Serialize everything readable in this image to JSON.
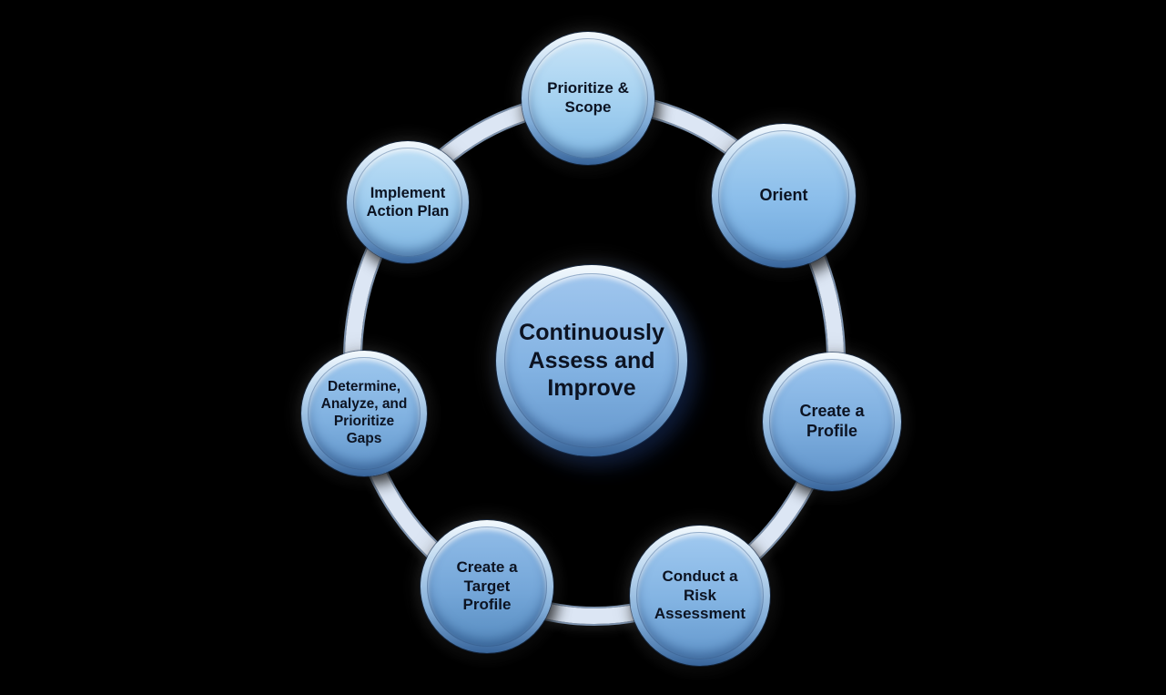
{
  "diagram": {
    "description": "Seven-step cybersecurity framework process cycle around a central continuous-improvement hub",
    "background_color": "#000000",
    "text_color": "#0c1322",
    "ring": {
      "band_color": "#dce6f4",
      "edge_color": "#7d93af"
    }
  },
  "center_node": {
    "label": "Continuously\nAssess and\nImprove",
    "color_top": "#a0c6ee",
    "color_mid": "#82b2e2",
    "color_bottom": "#6698cd"
  },
  "cycle_nodes": [
    {
      "label": "Prioritize &\nScope",
      "color_top": "#c6e3f7",
      "color_mid": "#a3d0f0",
      "color_bottom": "#86bce6"
    },
    {
      "label": "Orient",
      "color_top": "#abd3f2",
      "color_mid": "#8abdea",
      "color_bottom": "#6ea6da"
    },
    {
      "label": "Create a\nProfile",
      "color_top": "#9ac4ee",
      "color_mid": "#7cadde",
      "color_bottom": "#5f92c8"
    },
    {
      "label": "Conduct a\nRisk\nAssessment",
      "color_top": "#a0c9f0",
      "color_mid": "#82b3e2",
      "color_bottom": "#6397cc"
    },
    {
      "label": "Create a\nTarget\nProfile",
      "color_top": "#90bce8",
      "color_mid": "#74a6d8",
      "color_bottom": "#578cc0"
    },
    {
      "label": "Determine,\nAnalyze, and\nPrioritize\nGaps",
      "color_top": "#9dc7ee",
      "color_mid": "#80b1e0",
      "color_bottom": "#6397cc"
    },
    {
      "label": "Implement\nAction Plan",
      "color_top": "#bedff6",
      "color_mid": "#9ccbee",
      "color_bottom": "#80b6e2"
    }
  ]
}
